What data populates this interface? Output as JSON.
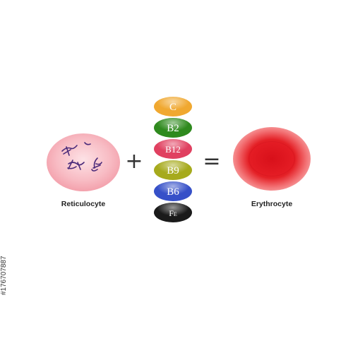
{
  "labels": {
    "left_cell": "Reticulocyte",
    "right_cell": "Erythrocyte",
    "plus": "+",
    "equals": "="
  },
  "vitamins": [
    {
      "label": "C",
      "color": "#f0a830"
    },
    {
      "label": "B2",
      "color": "#2f8a1e"
    },
    {
      "label": "B12",
      "color": "#e04060"
    },
    {
      "label": "B9",
      "color": "#a6aa1c"
    },
    {
      "label": "B6",
      "color": "#3650c8"
    },
    {
      "label": "Fe",
      "color": "#1a1a1a"
    }
  ],
  "colors": {
    "reticulocyte_fill": "#f7b3bc",
    "reticulocyte_marks": "#4a2a7a",
    "erythrocyte_outer": "#f05a5e",
    "erythrocyte_inner": "#e6141c"
  },
  "watermark": "#176707887"
}
